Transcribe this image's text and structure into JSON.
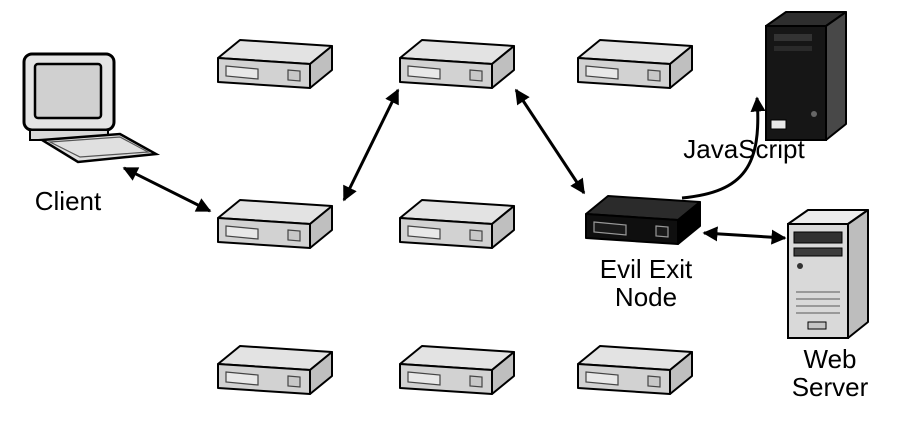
{
  "diagram": {
    "labels": {
      "client": "Client",
      "javascript": "JavaScript",
      "evil_exit_line1": "Evil Exit",
      "evil_exit_line2": "Node",
      "web_server_line1": "Web",
      "web_server_line2": "Server"
    },
    "nodes": {
      "client": {
        "type": "desktop-computer",
        "label": "Client"
      },
      "relays": {
        "type": "relay-box",
        "count": 8,
        "label": ""
      },
      "evil_exit_node": {
        "type": "relay-box",
        "variant": "black",
        "label": "Evil Exit Node"
      },
      "javascript_target": {
        "type": "tower-computer",
        "variant": "dark",
        "label": ""
      },
      "web_server": {
        "type": "tower-computer",
        "variant": "light",
        "label": "Web Server"
      }
    },
    "connections": [
      {
        "from": "client",
        "to": "relay-middle-left",
        "style": "double-headed-arrow"
      },
      {
        "from": "relay-middle-left",
        "to": "relay-top-middle",
        "style": "double-headed-arrow"
      },
      {
        "from": "relay-top-middle",
        "to": "evil-exit-node",
        "style": "double-headed-arrow"
      },
      {
        "from": "evil-exit-node",
        "to": "web-server",
        "style": "double-headed-arrow"
      },
      {
        "from": "evil-exit-node",
        "to": "javascript-target",
        "style": "curved-arrow",
        "label": "JavaScript"
      }
    ],
    "colors": {
      "relay_top": "#e3e3e3",
      "relay_front": "#d2d2d2",
      "relay_side": "#bfbfbf",
      "evil_top": "#2b2b2b",
      "evil_front": "#0f0f0f",
      "evil_side": "#000000",
      "stroke": "#000000",
      "background": "#ffffff"
    }
  }
}
